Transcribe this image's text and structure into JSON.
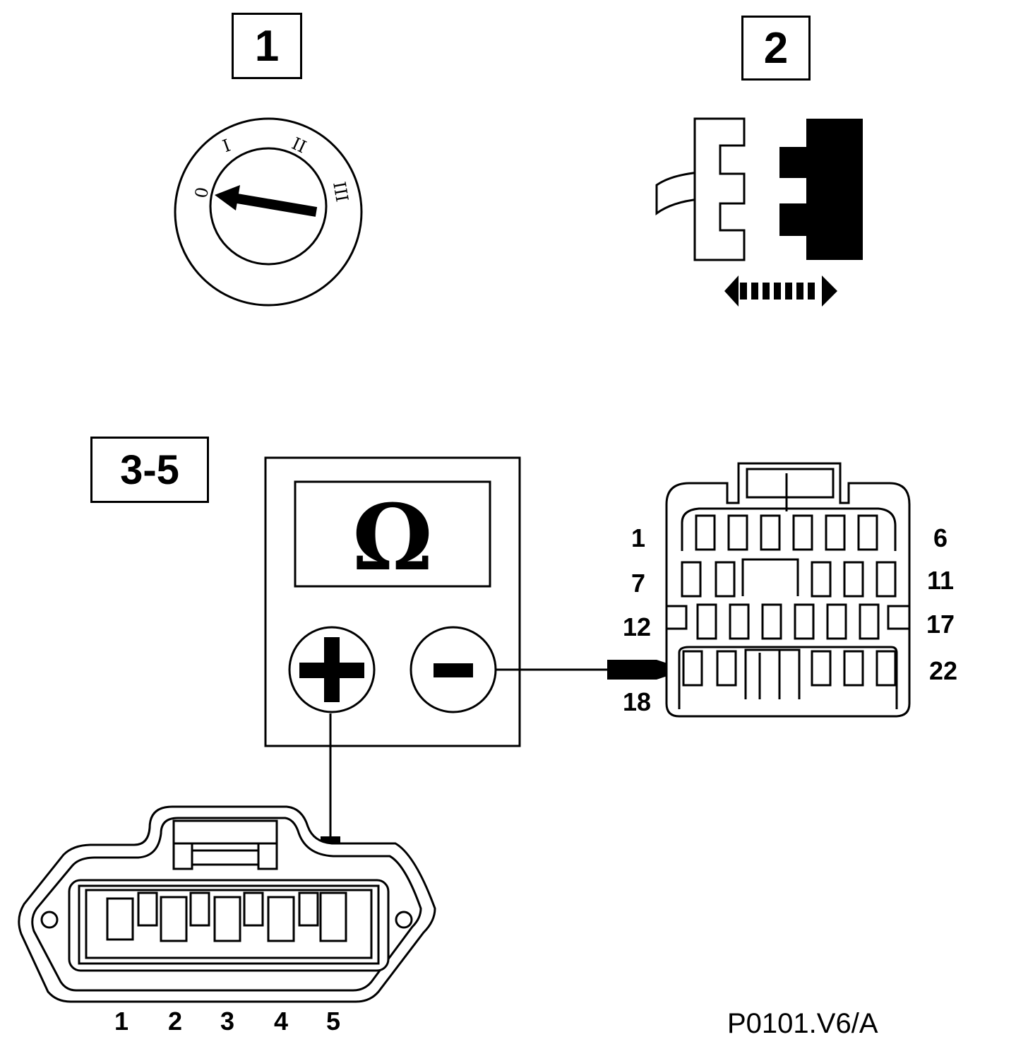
{
  "steps": {
    "step1": "1",
    "step2": "2",
    "step3": "3-5"
  },
  "ignition_switch": {
    "positions": [
      "0",
      "I",
      "II",
      "III"
    ]
  },
  "multimeter": {
    "display_symbol": "Ω",
    "positive_terminal": "+",
    "negative_terminal": "−"
  },
  "connector_22": {
    "labels": {
      "top_left": "1",
      "top_right": "6",
      "row2_left": "7",
      "row2_right": "11",
      "row3_left": "12",
      "row3_right": "17",
      "bottom_left": "18",
      "bottom_right": "22"
    }
  },
  "connector_5": {
    "pin_labels": [
      "1",
      "2",
      "3",
      "4",
      "5"
    ]
  },
  "figure_code": "P0101.V6/A"
}
